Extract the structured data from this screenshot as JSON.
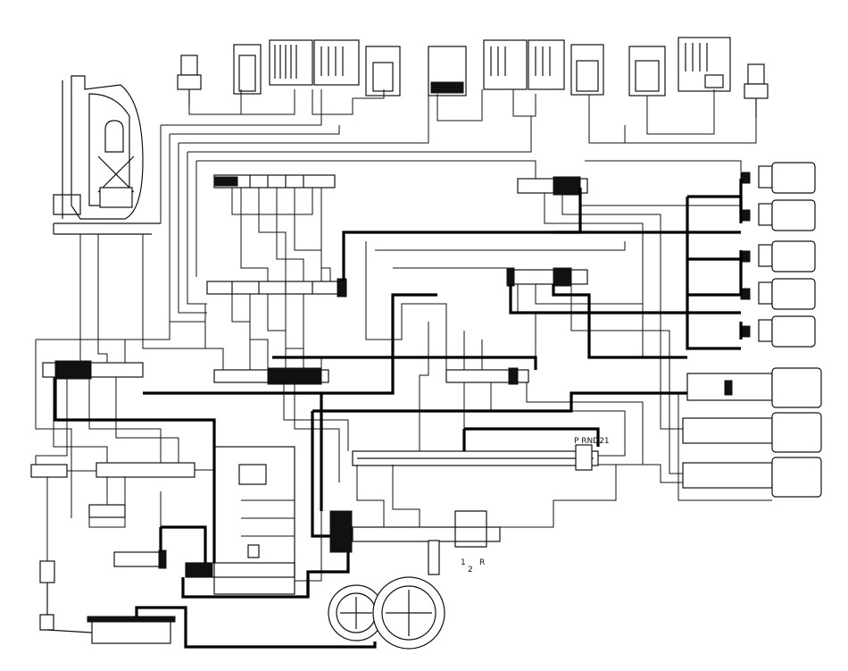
{
  "labels": {
    "selector_positions": "P RND21",
    "manual_range": "1",
    "manual_range_sub": "2",
    "manual_range_r": "R"
  },
  "colors": {
    "line": "#111111",
    "background": "#ffffff"
  }
}
